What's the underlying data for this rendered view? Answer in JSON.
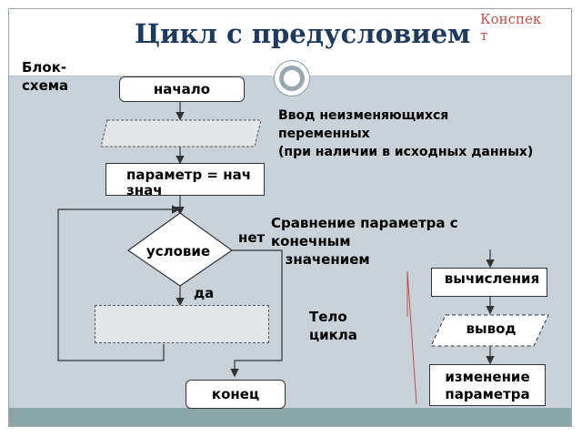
{
  "slide": {
    "title": "Цикл с предусловием",
    "corner_label": "Конспект",
    "diagram_label": "Блок-\nсхема"
  },
  "flowchart": {
    "start": "начало",
    "param_init": "параметр = нач знач",
    "condition": "условие",
    "no_label": "нет",
    "yes_label": "да",
    "end": "конец"
  },
  "notes": {
    "input": "Ввод неизменяющихся переменных\n(при наличии в исходных данных)",
    "compare": "Сравнение параметра с конечным\n   значением",
    "body": "Тело\nцикла"
  },
  "body_blocks": {
    "compute": "вычисления",
    "output": "вывод",
    "change": "изменение параметра"
  },
  "colors": {
    "title": "#1f3a5a",
    "corner_label": "#c0504d",
    "band": "#c8d2d8",
    "bottom_strip": "#8aa6a6"
  }
}
